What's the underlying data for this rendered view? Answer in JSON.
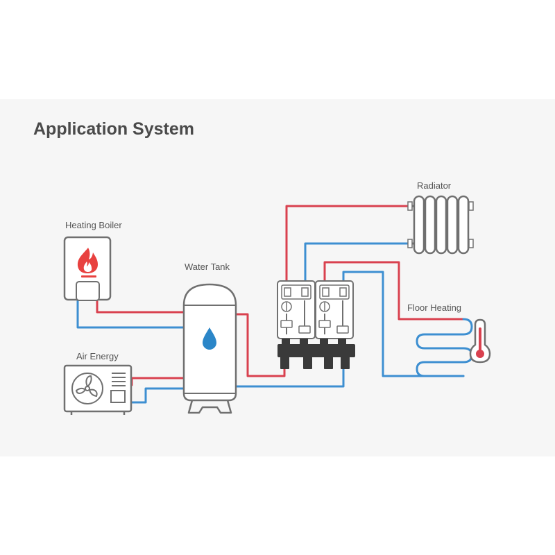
{
  "title": "Application System",
  "labels": {
    "heating_boiler": "Heating Boiler",
    "water_tank": "Water Tank",
    "air_energy": "Air Energy",
    "radiator": "Radiator",
    "floor_heating": "Floor Heating"
  },
  "colors": {
    "hot_pipe": "#d9414f",
    "cold_pipe": "#3d8fd1",
    "outline": "#707070",
    "manifold": "#3a3a3a",
    "flame": "#e8413f",
    "water_drop": "#2b86c8"
  },
  "icons": {
    "boiler": "flame-icon",
    "tank": "water-drop-icon",
    "air_energy": "fan-icon",
    "floor_heating": "thermometer-icon"
  }
}
